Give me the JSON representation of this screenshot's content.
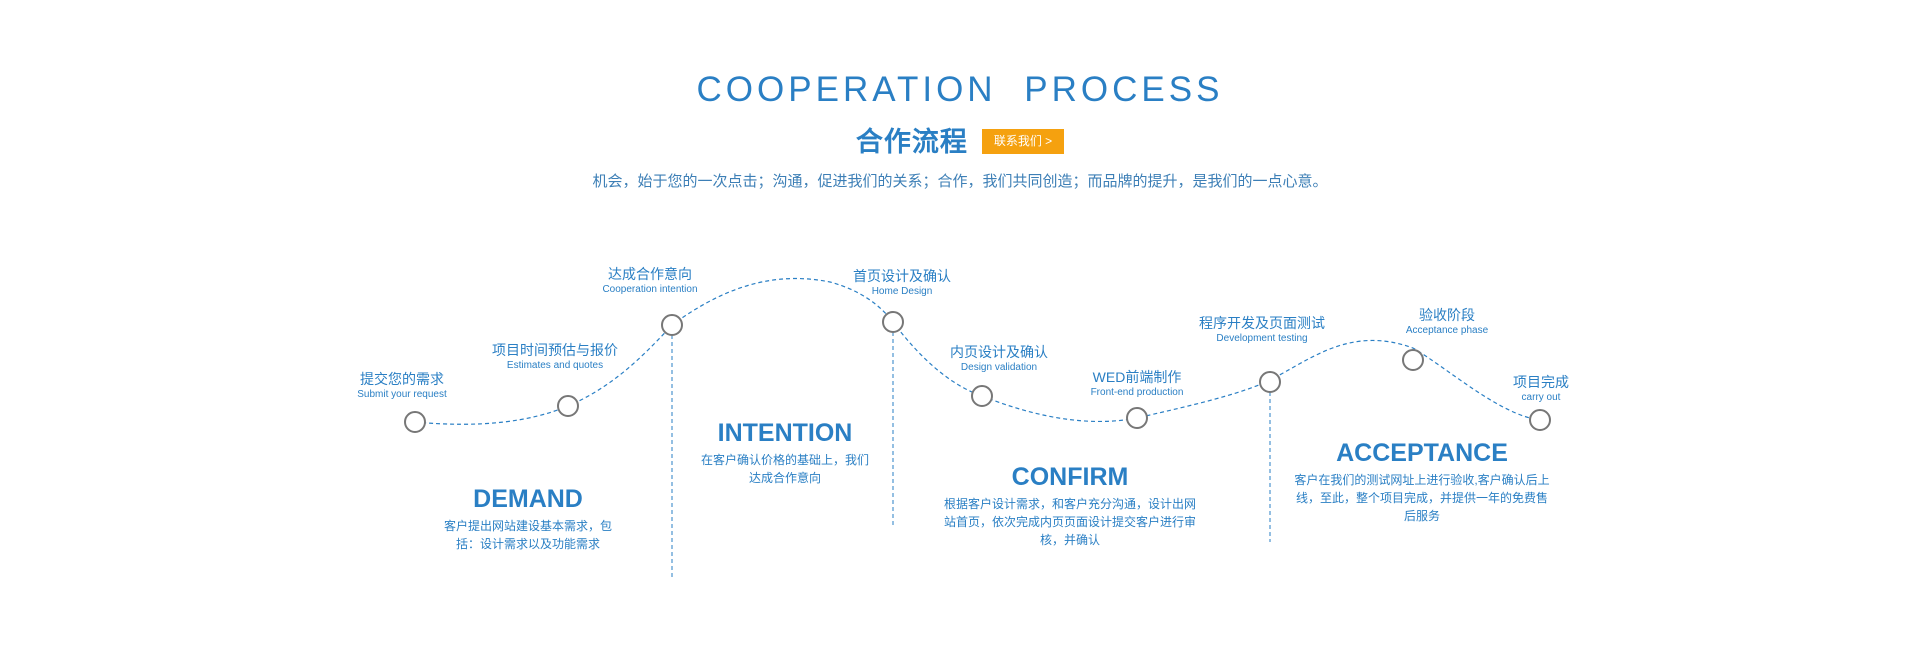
{
  "header": {
    "title_en": "COOPERATION   PROCESS",
    "title_cn": "合作流程",
    "contact_button": "联系我们 >",
    "intro": "机会，始于您的一次点击；沟通，促进我们的关系；合作，我们共同创造；而品牌的提升，是我们的一点心意。"
  },
  "steps": [
    {
      "cn": "提交您的需求",
      "en": "Submit your request"
    },
    {
      "cn": "项目时间预估与报价",
      "en": "Estimates and quotes"
    },
    {
      "cn": "达成合作意向",
      "en": "Cooperation intention"
    },
    {
      "cn": "首页设计及确认",
      "en": "Home Design"
    },
    {
      "cn": "内页设计及确认",
      "en": "Design validation"
    },
    {
      "cn": "WED前端制作",
      "en": "Front-end production"
    },
    {
      "cn": "程序开发及页面测试",
      "en": "Development testing"
    },
    {
      "cn": "验收阶段",
      "en": "Acceptance phase"
    },
    {
      "cn": "项目完成",
      "en": "carry out"
    }
  ],
  "stages": [
    {
      "title": "DEMAND",
      "desc": "客户提出网站建设基本需求，包括：设计需求以及功能需求"
    },
    {
      "title": "INTENTION",
      "desc": "在客户确认价格的基础上，我们达成合作意向"
    },
    {
      "title": "CONFIRM",
      "desc": "根据客户设计需求，和客户充分沟通，设计出网站首页，依次完成内页页面设计提交客户进行审核，并确认"
    },
    {
      "title": "ACCEPTANCE",
      "desc": "客户在我们的测试网址上进行验收,客户确认后上线，至此，整个项目完成，并提供一年的免费售后服务"
    }
  ],
  "colors": {
    "primary": "#2a7fc4",
    "accent": "#f5a10f",
    "node": "#666666"
  }
}
